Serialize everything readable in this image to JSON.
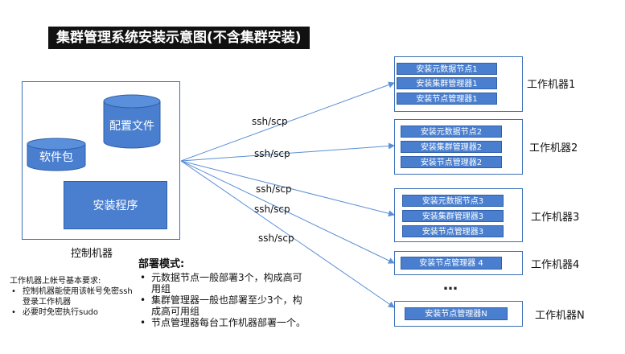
{
  "title": "集群管理系统安装示意图(不含集群安装)",
  "control": {
    "config_file": "配置文件",
    "software_package": "软件包",
    "installer": "安装程序",
    "caption": "控制机器"
  },
  "ssh_labels": [
    "ssh/scp",
    "ssh/scp",
    "ssh/scp",
    "ssh/scp",
    "ssh/scp"
  ],
  "machines": [
    {
      "label": "工作机器1",
      "nodes": [
        "安装元数据节点1",
        "安装集群管理器1",
        "安装节点管理器1"
      ]
    },
    {
      "label": "工作机器2",
      "nodes": [
        "安装元数据节点2",
        "安装集群管理器2",
        "安装节点管理器2"
      ]
    },
    {
      "label": "工作机器3",
      "nodes": [
        "安装元数据节点3",
        "安装集群管理器3",
        "安装节点管理器3"
      ]
    },
    {
      "label": "工作机器4",
      "nodes": [
        "安装节点管理器 4"
      ]
    },
    {
      "label": "工作机器N",
      "nodes": [
        "安装节点管理器N"
      ]
    }
  ],
  "ellipsis": "…",
  "requirements": {
    "title": "工作机器上帐号基本要求:",
    "items": [
      "控制机器能使用该帐号免密ssh登录工作机器",
      "必要时免密执行sudo"
    ]
  },
  "deployment": {
    "title": "部署模式:",
    "items": [
      "元数据节点一般部署3个，构成高可用组",
      "集群管理器一般也部署至少3个，构成高可用组",
      "节点管理器每台工作机器部署一个。"
    ]
  },
  "colors": {
    "node_fill": "#4a7fcf",
    "border": "#3b6fb6",
    "arrow": "#5b8fd6"
  }
}
